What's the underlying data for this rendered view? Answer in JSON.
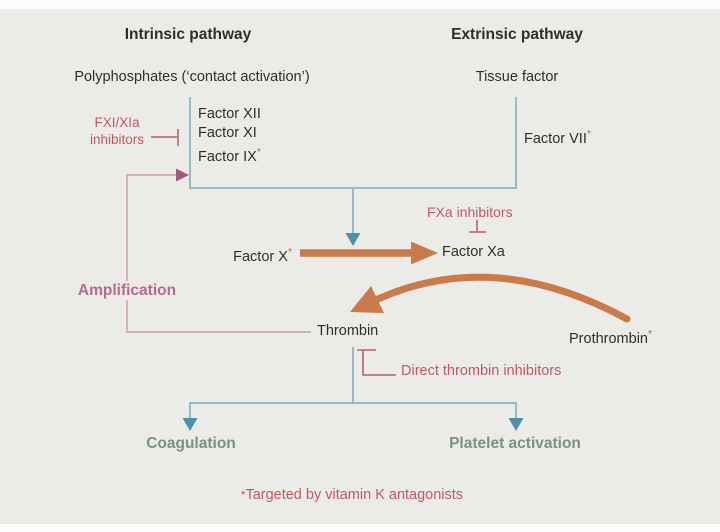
{
  "colors": {
    "panel_bg": "#ebece8",
    "frame_bg": "#fdfdfd",
    "text_dark": "#2e2e2e",
    "teal_line": "#8fb3bd",
    "teal_arrow": "#4d91a8",
    "orange": "#cb7a4b",
    "rose": "#c25864",
    "rose_line": "#c1707e",
    "mauve_text": "#b86990",
    "mauve_line": "#c9abb9",
    "mauve_arrow": "#9e5a7b",
    "green": "#78937f"
  },
  "symbols": {
    "star": "*"
  },
  "headers": {
    "intrinsic": "Intrinsic pathway",
    "extrinsic": "Extrinsic pathway"
  },
  "nodes": {
    "polyphosphates": "Polyphosphates (‘contact activation’)",
    "tissue_factor": "Tissue factor",
    "factor_xii": "Factor XII",
    "factor_xi": "Factor XI",
    "factor_ix": "Factor IX",
    "factor_vii": "Factor VII",
    "factor_x": "Factor X",
    "factor_xa": "Factor Xa",
    "thrombin": "Thrombin",
    "prothrombin": "Prothrombin",
    "coagulation": "Coagulation",
    "platelet_activation": "Platelet activation"
  },
  "inhibitors": {
    "fxi_xia_line1": "FXI/XIa",
    "fxi_xia_line2": "inhibitors",
    "fxa": "FXa inhibitors",
    "direct_thrombin": "Direct thrombin inhibitors"
  },
  "labels": {
    "amplification": "Amplification"
  },
  "footnote": {
    "text": "Targeted by vitamin K antagonists"
  }
}
